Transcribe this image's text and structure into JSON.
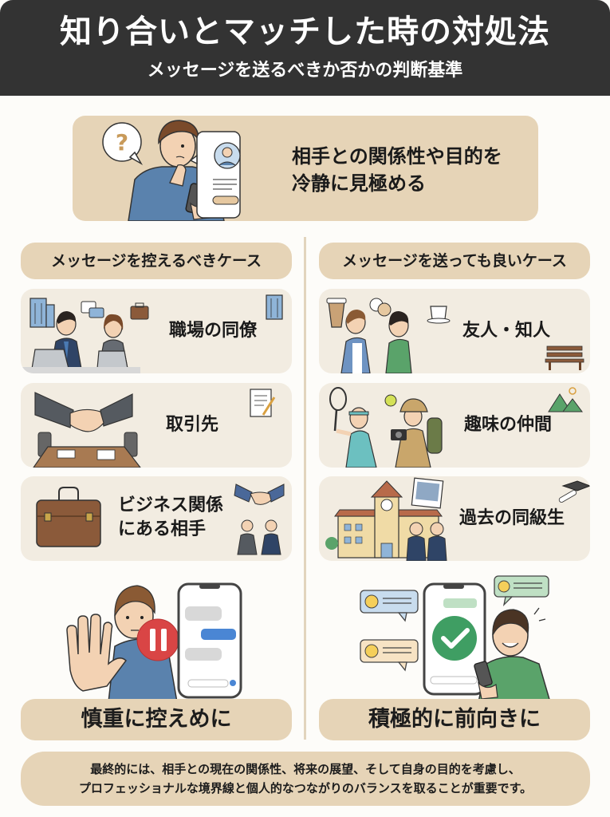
{
  "header": {
    "title": "知り合いとマッチした時の対処法",
    "subtitle": "メッセージを送るべきか否かの判断基準"
  },
  "hero": {
    "line1": "相手との関係性や目的を",
    "line2": "冷静に見極める",
    "icons": [
      "question-bubble-icon",
      "thinking-man-illustration",
      "profile-card-icon",
      "smartphone-icon"
    ]
  },
  "left_column": {
    "header": "メッセージを控えるべきケース",
    "cards": [
      {
        "label": "職場の同僚",
        "icons": [
          "office-building-icon",
          "coworkers-illustration",
          "chat-bubbles-icon",
          "briefcase-icon"
        ]
      },
      {
        "label": "取引先",
        "icons": [
          "handshake-icon",
          "meeting-table-icon",
          "contract-document-icon"
        ]
      },
      {
        "label_line1": "ビジネス関係",
        "label_line2": "にある相手",
        "icons": [
          "leather-briefcase-icon",
          "handshake-icon",
          "business-people-icon"
        ]
      }
    ],
    "verdict": "慎重に控えめに",
    "scene_icons": [
      "stop-hand-man-illustration",
      "pause-icon",
      "chat-phone-icon"
    ]
  },
  "right_column": {
    "header": "メッセージを送っても良いケース",
    "cards": [
      {
        "label": "友人・知人",
        "icons": [
          "coffee-cup-icon",
          "friends-talking-illustration",
          "tea-cup-icon",
          "bench-icon"
        ]
      },
      {
        "label": "趣味の仲間",
        "icons": [
          "tennis-player-illustration",
          "tennis-ball-icon",
          "photographer-hiker-illustration",
          "mountains-icon"
        ]
      },
      {
        "label": "過去の同級生",
        "icons": [
          "school-building-icon",
          "class-photo-icon",
          "students-illustration",
          "graduation-cap-icon"
        ]
      }
    ],
    "verdict": "積極的に前向きに",
    "scene_icons": [
      "smiley-chat-bubble-icon",
      "check-circle-icon",
      "happy-man-phone-illustration"
    ]
  },
  "footer": {
    "line1": "最終的には、相手との現在の関係性、将来の展望、そして自身の目的を考慮し、",
    "line2": "プロフェッショナルな境界線と個人的なつながりのバランスを取ることが重要です。"
  },
  "colors": {
    "header_bg": "#333333",
    "tan_accent": "#e6d4b7",
    "card_bg": "#f2ece1",
    "page_bg": "#fdfcf9",
    "pause_red": "#d94545",
    "check_green": "#3f9e63",
    "shirt_blue": "#5a82ad",
    "shirt_green": "#5aa36a"
  }
}
